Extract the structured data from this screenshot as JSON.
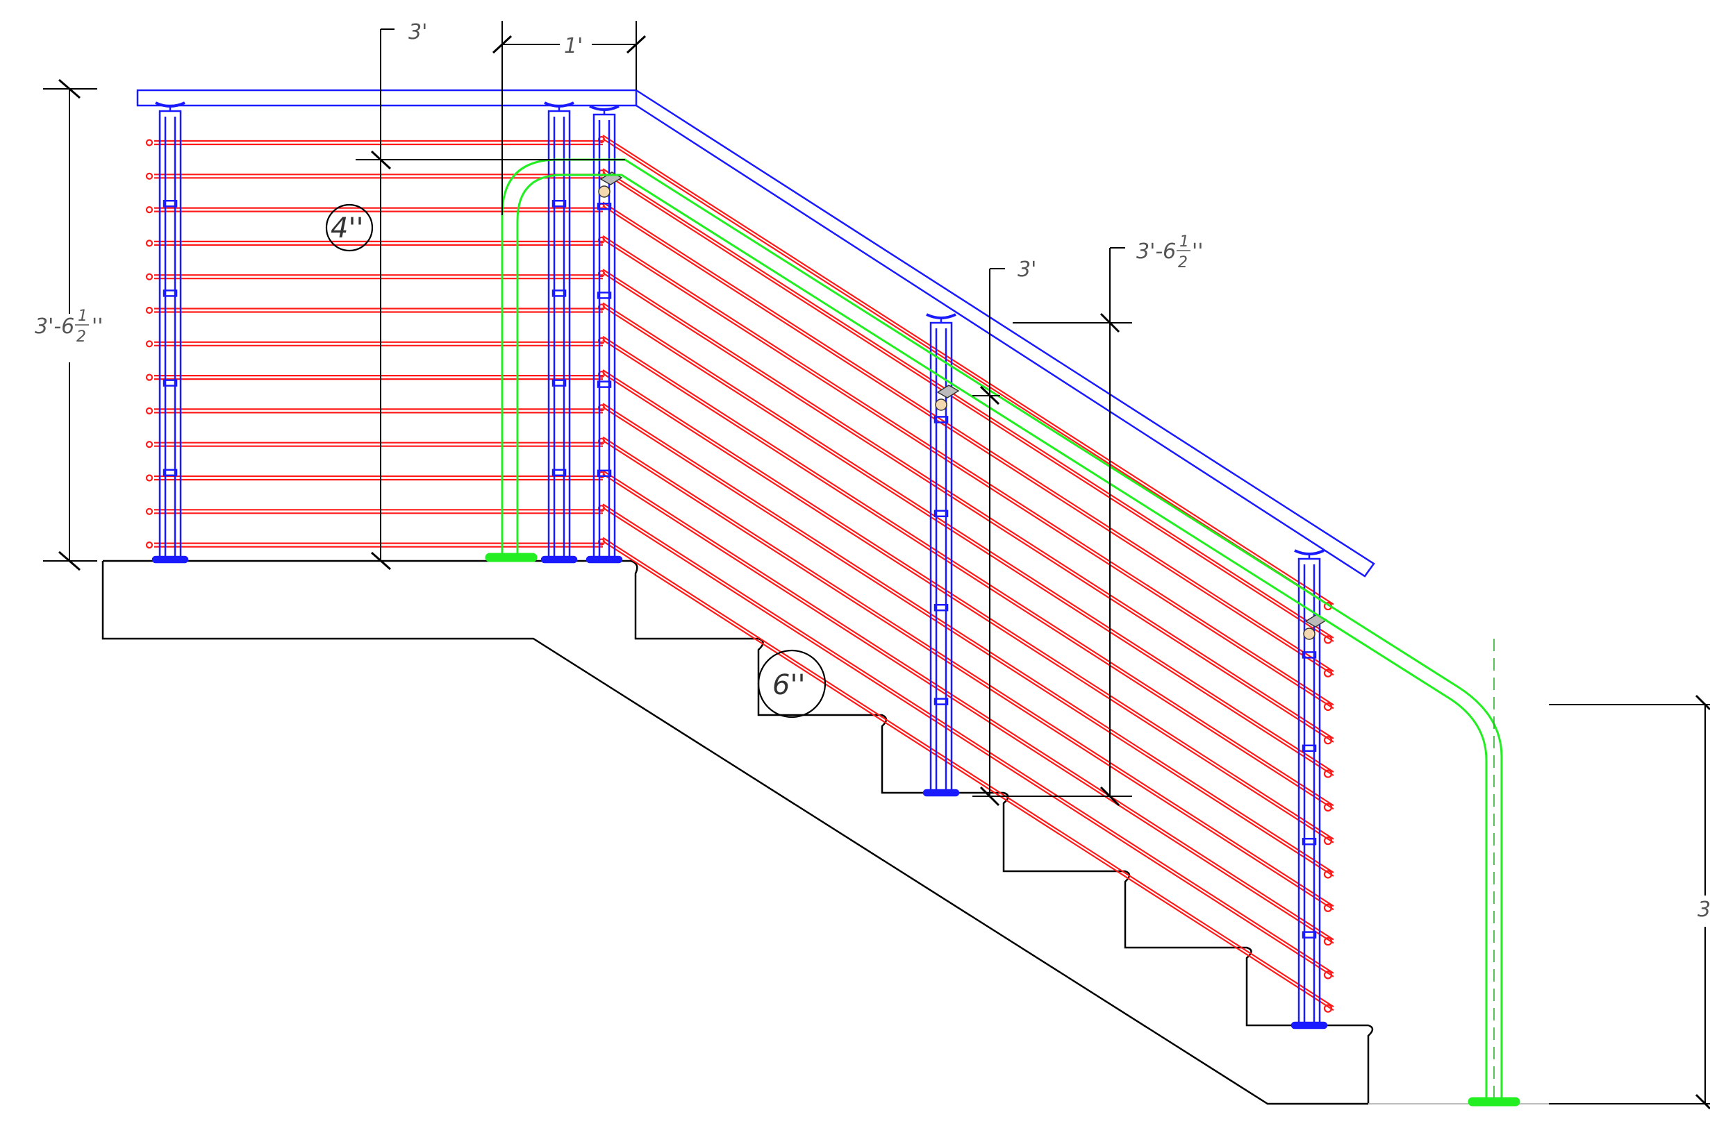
{
  "dimensions": {
    "top_stair_overhang": "3'",
    "return_length": "1'",
    "left_height_whole": "3'-6",
    "left_height_frac_num": "1",
    "left_height_frac_den": "2",
    "left_height_inch": "''",
    "mid_height_stair": "3'",
    "mid_top_height_whole": "3'-6",
    "mid_top_height_frac_num": "1",
    "mid_top_height_frac_den": "2",
    "mid_top_height_inch": "''",
    "right_height": "3"
  },
  "callouts": {
    "cable_spacing": "4''",
    "stair_rise": "6''"
  },
  "colors": {
    "background": "#ffffff",
    "posts": "#1a1aff",
    "cables": "#ff1a1a",
    "handrail": "#22ee22",
    "stairs": "#000000",
    "dimensions": "#000000"
  },
  "icons": {
    "post_cap": "post-cap-icon",
    "cable_fitting": "cable-fitting-icon",
    "handrail_bracket": "handrail-bracket-icon"
  }
}
